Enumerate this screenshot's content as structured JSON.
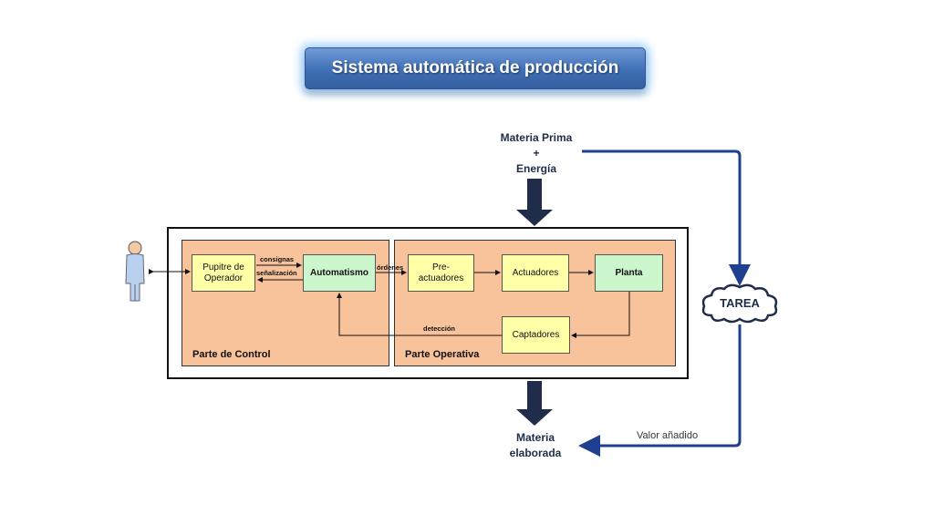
{
  "title": "Sistema automática de producción",
  "inputs": {
    "line1": "Materia Prima",
    "line2": "+",
    "line3": "Energía"
  },
  "output": {
    "line1": "Materia",
    "line2": "elaborada"
  },
  "tarea": "TAREA",
  "valor": "Valor añadido",
  "control": {
    "label": "Parte de Control",
    "pupitre": "Pupitre de Operador",
    "automatismo": "Automatismo",
    "consignas": "consignas",
    "senalizacion": "señalización"
  },
  "operativa": {
    "label": "Parte Operativa",
    "ordenes": "órdenes",
    "preactuadores": "Pre-actuadores",
    "actuadores": "Actuadores",
    "planta": "Planta",
    "captadores": "Captadores",
    "deteccion": "detección"
  },
  "colors": {
    "arrow_dark": "#1f2d4a",
    "flow_blue": "#1f3f8f",
    "panel": "#f8c29a",
    "block_yellow": "#ffffa8",
    "block_green": "#ccf7cc"
  }
}
